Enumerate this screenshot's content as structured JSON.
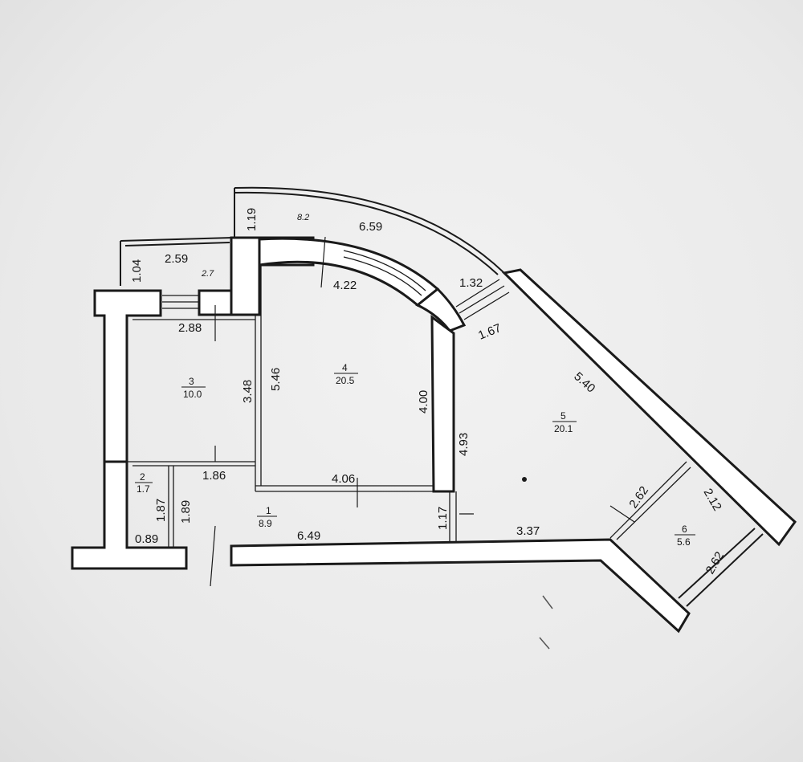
{
  "rooms": {
    "r1": {
      "number": "1",
      "area": "8.9"
    },
    "r2": {
      "number": "2",
      "area": "1.7"
    },
    "r3": {
      "number": "3",
      "area": "10.0"
    },
    "r4": {
      "number": "4",
      "area": "20.5"
    },
    "r5": {
      "number": "5",
      "area": "20.1"
    },
    "r6": {
      "number": "6",
      "area": "5.6"
    }
  },
  "dimensions": {
    "d_1_19": "1.19",
    "d_8_2": "8.2",
    "d_6_59": "6.59",
    "d_1_04": "1.04",
    "d_2_59": "2.59",
    "d_2_7": "2.7",
    "d_4_22": "4.22",
    "d_1_32": "1.32",
    "d_1_67": "1.67",
    "d_2_88": "2.88",
    "d_3_48": "3.48",
    "d_5_46": "5.46",
    "d_4_00": "4.00",
    "d_4_93": "4.93",
    "d_5_40": "5.40",
    "d_1_86": "1.86",
    "d_4_06": "4.06",
    "d_1_87": "1.87",
    "d_1_89": "1.89",
    "d_1_17": "1.17",
    "d_2_62a": "2.62",
    "d_2_12": "2.12",
    "d_0_89": "0.89",
    "d_6_49": "6.49",
    "d_3_37": "3.37",
    "d_2_62b": "2.62"
  },
  "colors": {
    "line": "#1a1a1a",
    "paper": "#efefef"
  }
}
